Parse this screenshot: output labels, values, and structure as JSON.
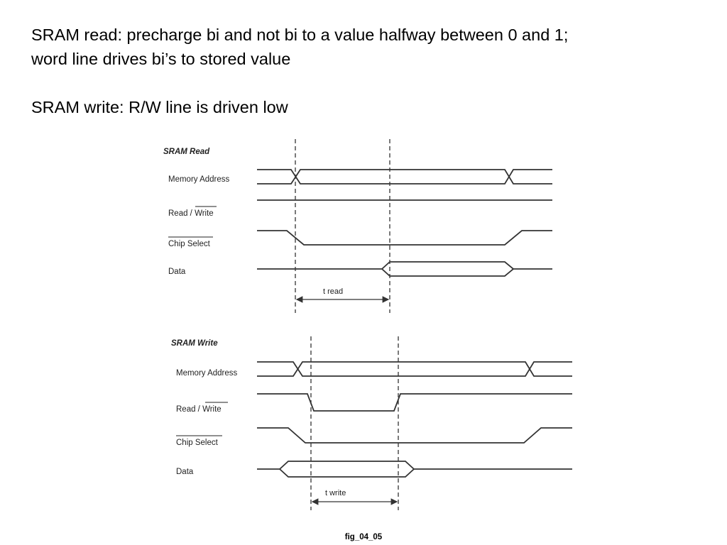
{
  "slide": {
    "line1": "SRAM read:  precharge bi and not bi to a value halfway between 0 and 1;",
    "line2": "word line drives bi’s to stored value",
    "line3": "SRAM write: R/W line is driven low"
  },
  "read_diagram": {
    "title": "SRAM Read",
    "signals": {
      "memory_address": "Memory Address",
      "read_write_prefix": "Read / ",
      "read_write_bar": "Write",
      "chip_select": "Chip Select",
      "data": "Data"
    },
    "timing_label": "t read"
  },
  "write_diagram": {
    "title": "SRAM Write",
    "signals": {
      "memory_address": "Memory Address",
      "read_write_prefix": "Read / ",
      "read_write_bar": "Write",
      "chip_select": "Chip Select",
      "data": "Data"
    },
    "timing_label": "t write"
  },
  "caption": "fig_04_05",
  "colors": {
    "line": "#333333",
    "text": "#222222",
    "background": "#ffffff"
  }
}
